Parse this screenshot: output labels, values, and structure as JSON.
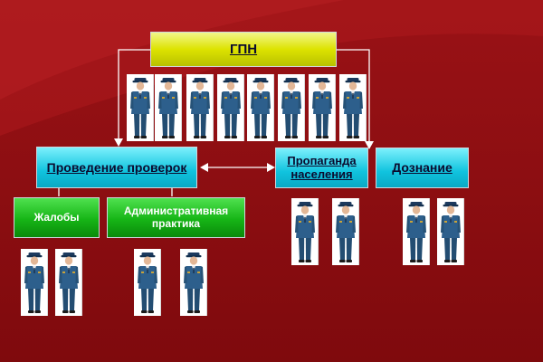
{
  "top_box": {
    "label": "ГПН"
  },
  "boxes": {
    "inspections": "Проведение проверок",
    "propaganda": "Пропаганда населения",
    "inquiry": "Дознание",
    "complaints": "Жалобы",
    "admin_practice": "Административная практика"
  },
  "colors": {
    "background": "#8c0d10",
    "top_box": "#dde300",
    "level_boxes": "#10c3de",
    "sub_boxes": "#16b516",
    "connector": "#ffffff"
  },
  "icon": "officer-figure"
}
